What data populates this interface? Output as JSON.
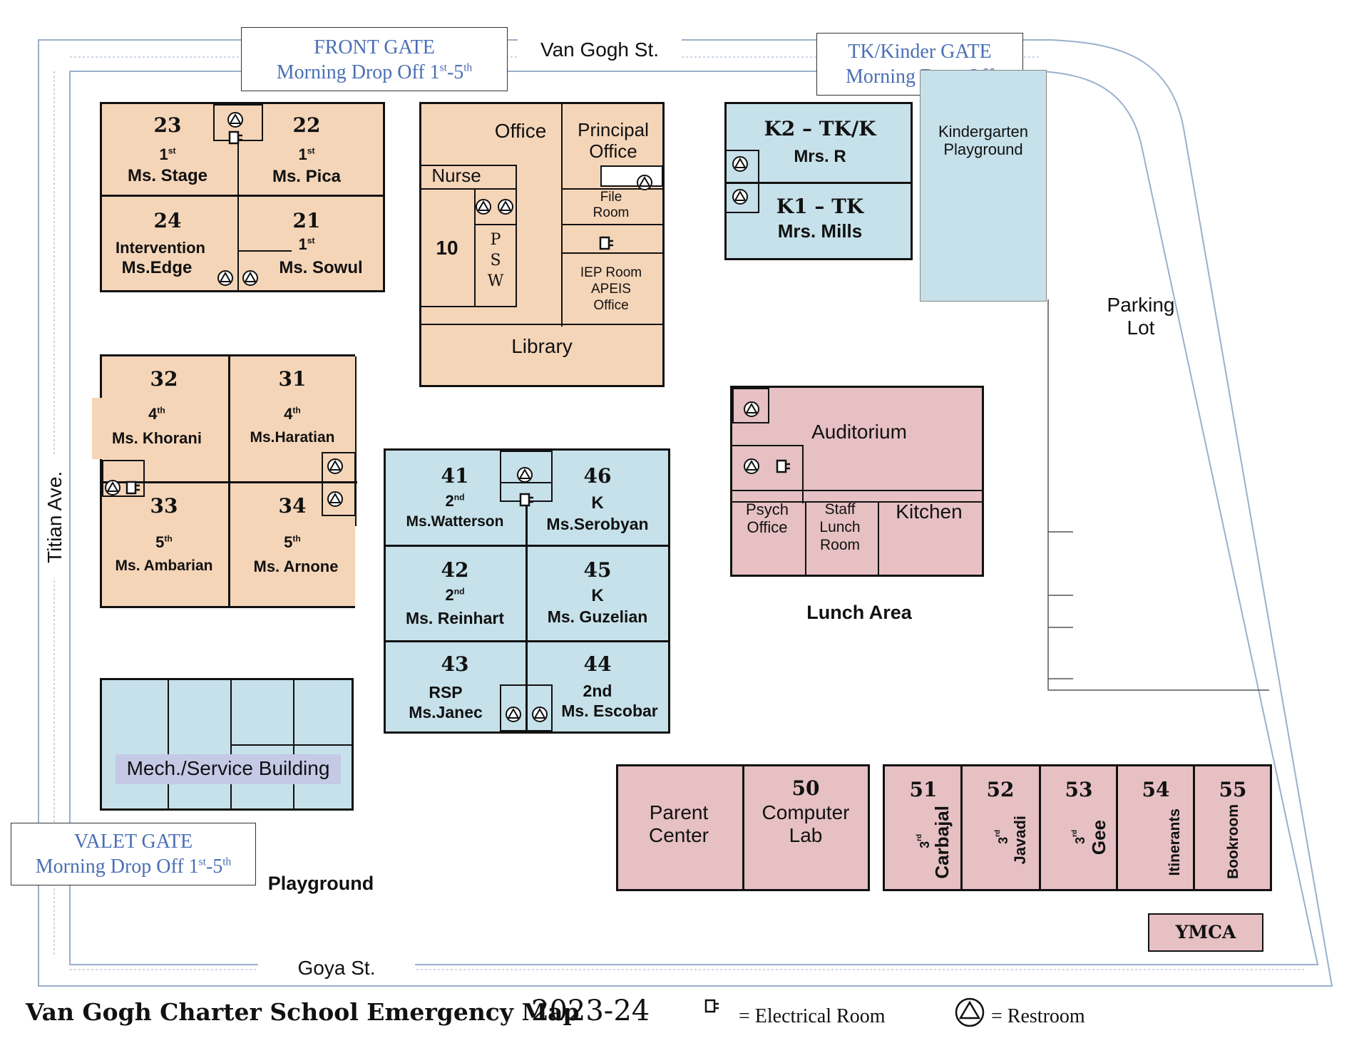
{
  "gates": {
    "front": {
      "line1": "FRONT GATE",
      "line2": "Morning Drop Off 1st-5th"
    },
    "tk": {
      "line1": "TK/Kinder GATE",
      "line2": "Morning Drop Off"
    },
    "valet": {
      "line1": "VALET GATE",
      "line2": "Morning Drop Off 1st-5th"
    }
  },
  "streets": {
    "north": "Van  Gogh  St.",
    "south": "Goya St.",
    "west": "Titian  Ave."
  },
  "office_building": {
    "office": "Office",
    "principal": "Principal\nOffice",
    "nurse": "Nurse",
    "file_room": "File\nRoom",
    "room10": "10",
    "psw": [
      "P",
      "S",
      "W"
    ],
    "iep": "IEP Room\nAPEIS\nOffice",
    "library": "Library"
  },
  "rooms": {
    "r23": {
      "num": "23",
      "grade": "1st",
      "teacher": "Ms. Stage"
    },
    "r22": {
      "num": "22",
      "grade": "1st",
      "teacher": "Ms. Pica"
    },
    "r24": {
      "num": "24",
      "grade": "Intervention",
      "teacher": "Ms.Edge"
    },
    "r21": {
      "num": "21",
      "grade": "1st",
      "teacher": "Ms. Sowul"
    },
    "r32": {
      "num": "32",
      "grade": "4th",
      "teacher": "Ms. Khorani"
    },
    "r31": {
      "num": "31",
      "grade": "4th",
      "teacher": "Ms.Haratian"
    },
    "r33": {
      "num": "33",
      "grade": "5th",
      "teacher": "Ms. Ambarian"
    },
    "r34": {
      "num": "34",
      "grade": "5th",
      "teacher": "Ms. Arnone"
    },
    "r41": {
      "num": "41",
      "grade": "2nd",
      "teacher": "Ms.Watterson"
    },
    "r46": {
      "num": "46",
      "grade": "K",
      "teacher": "Ms.Serobyan"
    },
    "r42": {
      "num": "42",
      "grade": "2nd",
      "teacher": "Ms. Reinhart"
    },
    "r45": {
      "num": "45",
      "grade": "K",
      "teacher": "Ms. Guzelian"
    },
    "r43": {
      "num": "43",
      "grade": "RSP",
      "teacher": "Ms.Janec"
    },
    "r44": {
      "num": "44",
      "grade": "2nd",
      "teacher": "Ms. Escobar"
    },
    "k2": {
      "name": "K2 – TK/K",
      "teacher": "Mrs. R"
    },
    "k1": {
      "name": "K1 – TK",
      "teacher": "Mrs. Mills"
    },
    "r50": {
      "num": "50",
      "name": "Computer\nLab"
    },
    "r51": {
      "num": "51",
      "grade": "3rd",
      "teacher": "Carbajal"
    },
    "r52": {
      "num": "52",
      "grade": "3rd",
      "teacher": "Javadi"
    },
    "r53": {
      "num": "53",
      "grade": "3rd",
      "teacher": "Gee"
    },
    "r54": {
      "num": "54",
      "name": "Itinerants"
    },
    "r55": {
      "num": "55",
      "name": "Bookroom"
    }
  },
  "areas": {
    "kinder_playground": "Kindergarten\nPlayground",
    "parking": "Parking\nLot",
    "auditorium": "Auditorium",
    "psych": "Psych\nOffice",
    "staff_lunch": "Staff\nLunch\nRoom",
    "kitchen": "Kitchen",
    "lunch_area": "Lunch Area",
    "mech": "Mech./Service Building",
    "parent_center": "Parent\nCenter",
    "playground": "Playground",
    "ymca": "YMCA"
  },
  "footer": {
    "title": "Van Gogh Charter School Emergency Map",
    "year": "2023-24",
    "legend_electrical": "= Electrical Room",
    "legend_restroom": "= Restroom"
  },
  "colors": {
    "peach": "#f5d5b8",
    "blue": "#c6e1ea",
    "pink": "#e6c0c3",
    "gate_text": "#4a6fb5"
  }
}
